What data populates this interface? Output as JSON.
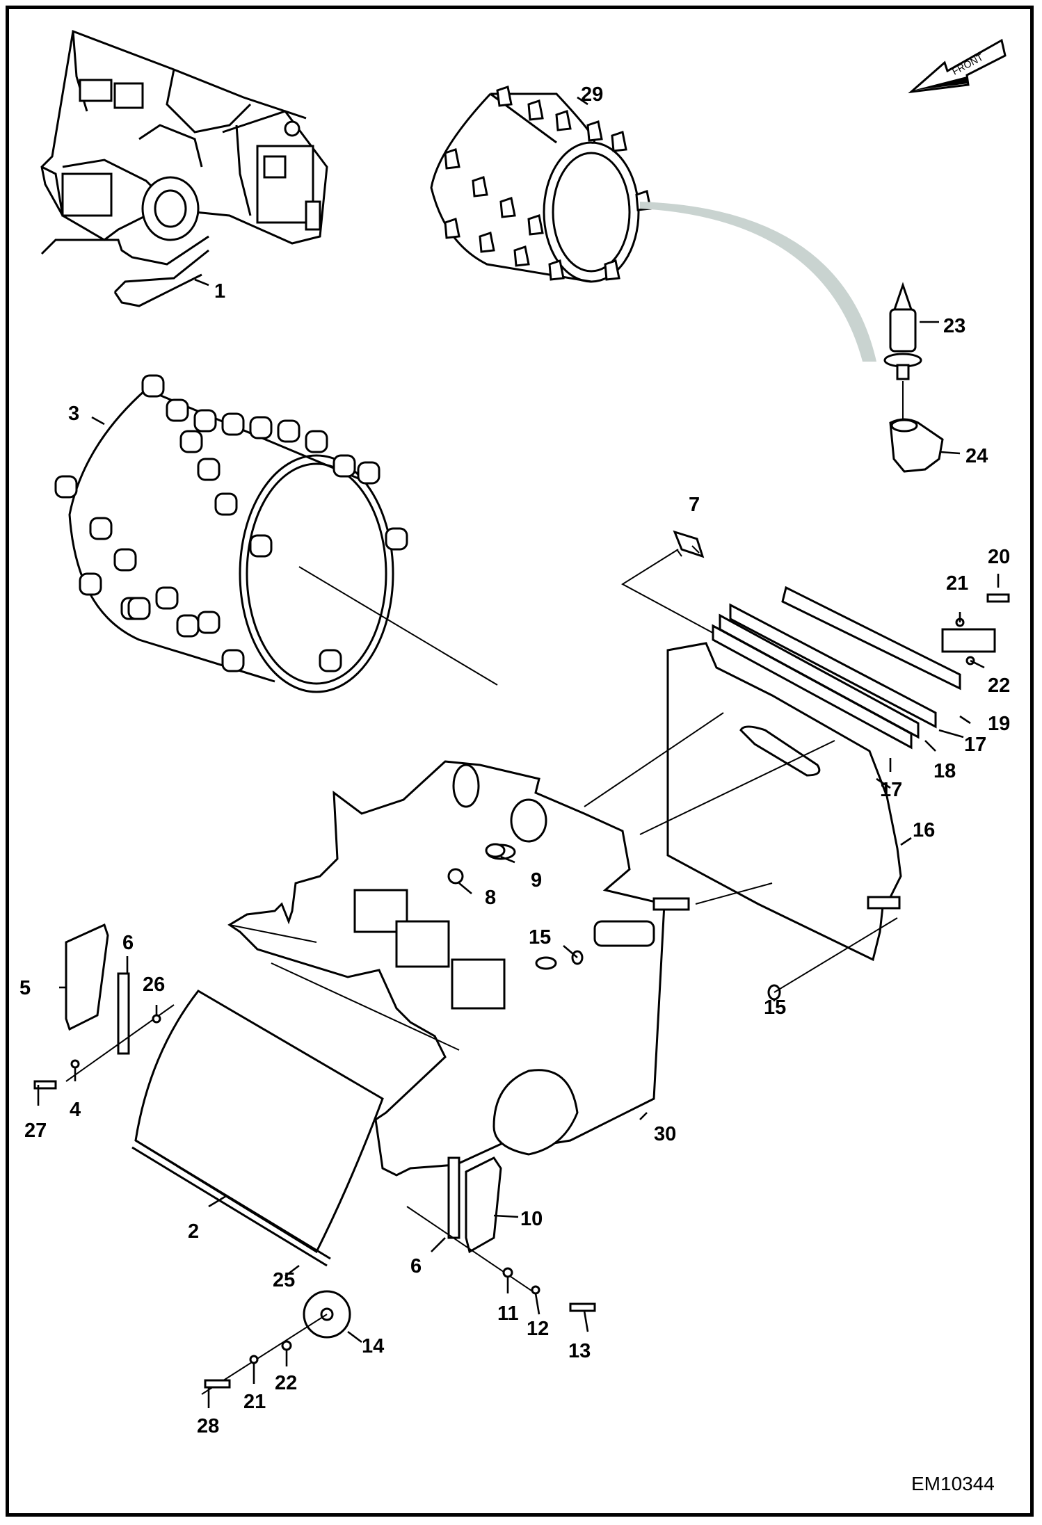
{
  "figure_id": "EM10344",
  "front_arrow_label": "FRONT",
  "callouts": [
    "1",
    "2",
    "3",
    "4",
    "5",
    "6",
    "6",
    "7",
    "8",
    "9",
    "10",
    "11",
    "12",
    "13",
    "14",
    "15",
    "15",
    "16",
    "17",
    "17",
    "18",
    "19",
    "20",
    "21",
    "21",
    "22",
    "22",
    "23",
    "24",
    "25",
    "26",
    "27",
    "28",
    "29",
    "30"
  ],
  "colors": {
    "ink": "#000000",
    "background": "#ffffff",
    "flow_band": "#c9d3d0"
  }
}
